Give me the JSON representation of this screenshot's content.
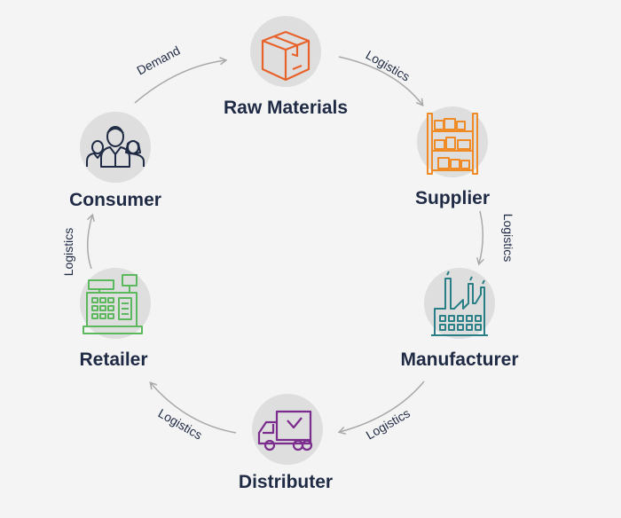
{
  "nodes": {
    "raw_materials": {
      "label": "Raw Materials",
      "icon": "box-icon",
      "color": "#e8632b"
    },
    "supplier": {
      "label": "Supplier",
      "icon": "shelves-icon",
      "color": "#f08a24"
    },
    "manufacturer": {
      "label": "Manufacturer",
      "icon": "factory-icon",
      "color": "#2a7f86"
    },
    "distributer": {
      "label": "Distributer",
      "icon": "truck-icon",
      "color": "#7b2d8e"
    },
    "retailer": {
      "label": "Retailer",
      "icon": "cash-register-icon",
      "color": "#5cb85c"
    },
    "consumer": {
      "label": "Consumer",
      "icon": "people-icon",
      "color": "#1f2a44"
    }
  },
  "edges": {
    "consumer_to_raw": "Demand",
    "raw_to_supplier": "Logistics",
    "supplier_to_manufacturer": "Logistics",
    "manufacturer_to_distributer": "Logistics",
    "distributer_to_retailer": "Logistics",
    "retailer_to_consumer": "Logistics"
  },
  "colors": {
    "arrow": "#a9a9a9",
    "circle": "#dedede",
    "text": "#1f2a44"
  }
}
